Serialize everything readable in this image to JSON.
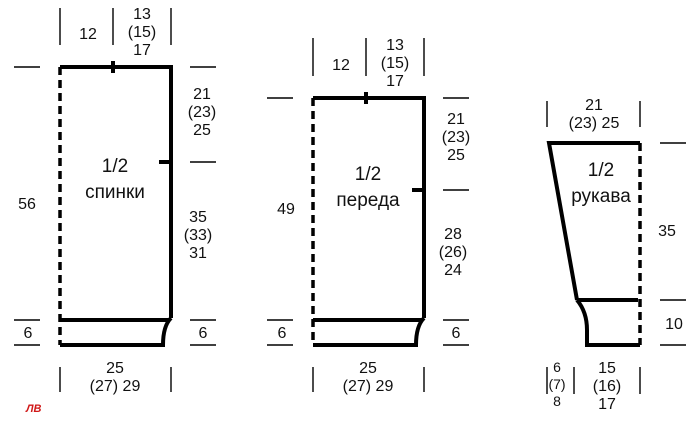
{
  "back": {
    "title": [
      "1/2",
      "спинки"
    ],
    "shoulder": "12",
    "neck": [
      "13",
      "(15)",
      "17"
    ],
    "armhole": [
      "21",
      "(23)",
      "25"
    ],
    "side": [
      "35",
      "(33)",
      "31"
    ],
    "total_height": "56",
    "rib_left": "6",
    "rib_right": "6",
    "width": [
      "25",
      "(27) 29"
    ]
  },
  "front": {
    "title": [
      "1/2",
      "переда"
    ],
    "shoulder": "12",
    "neck": [
      "13",
      "(15)",
      "17"
    ],
    "armhole": [
      "21",
      "(23)",
      "25"
    ],
    "side": [
      "28",
      "(26)",
      "24"
    ],
    "total_height": "49",
    "rib_left": "6",
    "rib_right": "6",
    "width": [
      "25",
      "(27) 29"
    ]
  },
  "sleeve": {
    "title": [
      "1/2",
      "рукава"
    ],
    "top_width": [
      "21",
      "(23) 25"
    ],
    "length": "35",
    "cuff": "10",
    "cuff_taper": [
      "6",
      "(7)",
      "8"
    ],
    "bottom_width": [
      "15",
      "(16)",
      "17"
    ]
  },
  "logo": "ЛВ"
}
